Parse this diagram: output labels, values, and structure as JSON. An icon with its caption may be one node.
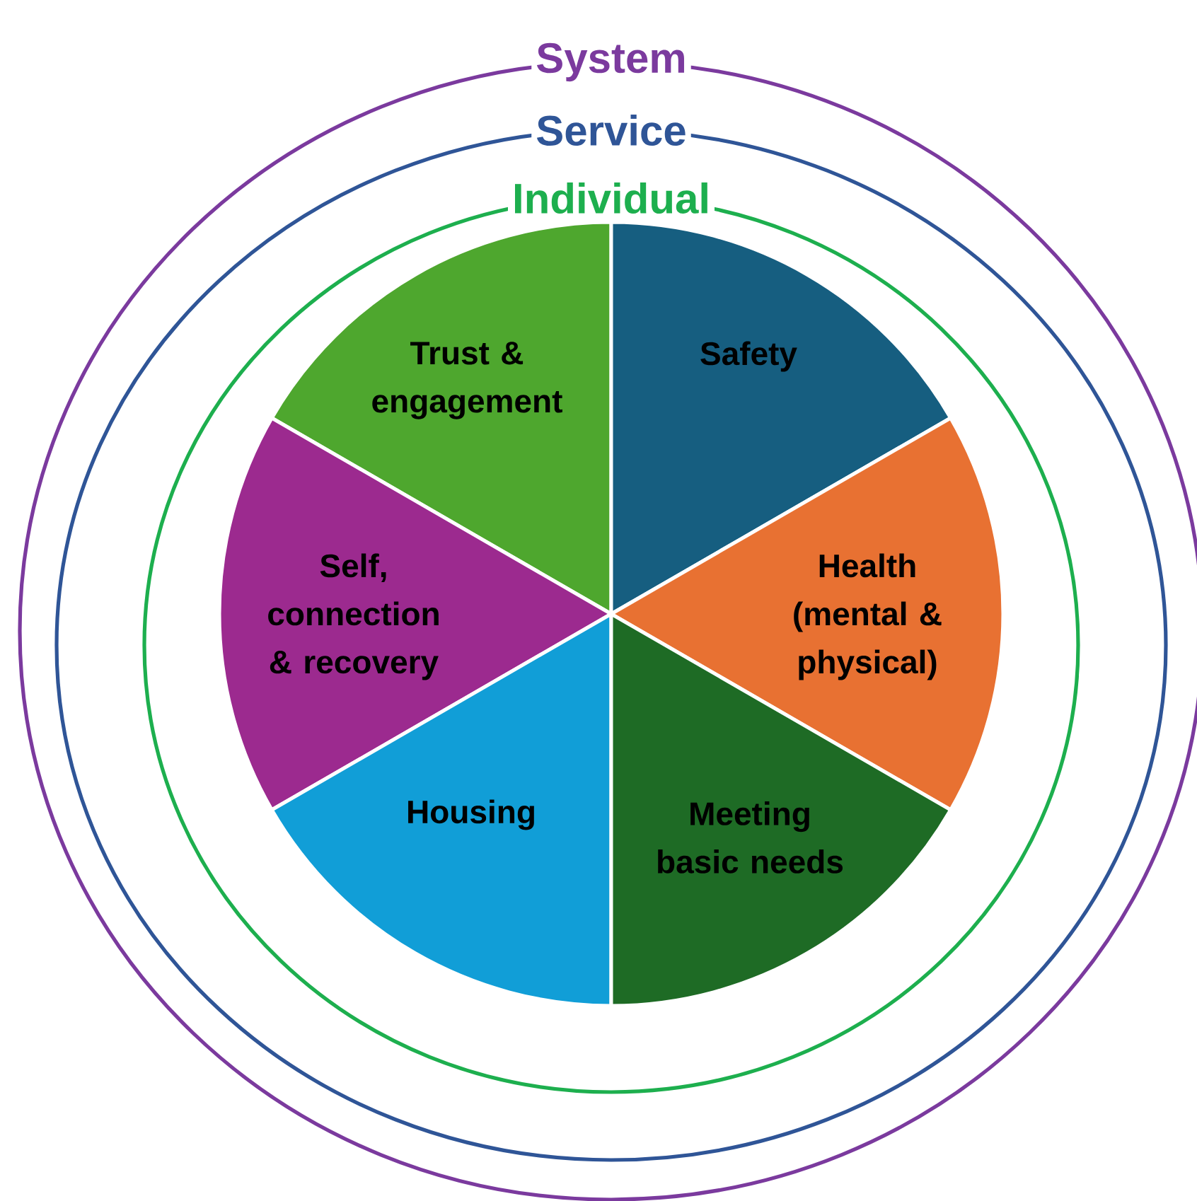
{
  "diagram": {
    "nodes": [
      {
        "text": [
          "System"
        ]
      },
      {
        "text": [
          "Service"
        ],
        "in": 0
      },
      {
        "text": [
          "Individual"
        ],
        "in": 1
      },
      {
        "text": [
          "Trust & engagement"
        ],
        "in": 2
      },
      {
        "text": [
          "Safety"
        ],
        "in": 2
      },
      {
        "text": [
          "Self, connection & recovery"
        ],
        "in": 2
      },
      {
        "text": [
          "Health (mental & physical)"
        ],
        "in": 2
      },
      {
        "text": [
          "Housing"
        ],
        "in": 2
      },
      {
        "text": [
          "Meeting basic needs"
        ],
        "in": 2
      }
    ]
  }
}
